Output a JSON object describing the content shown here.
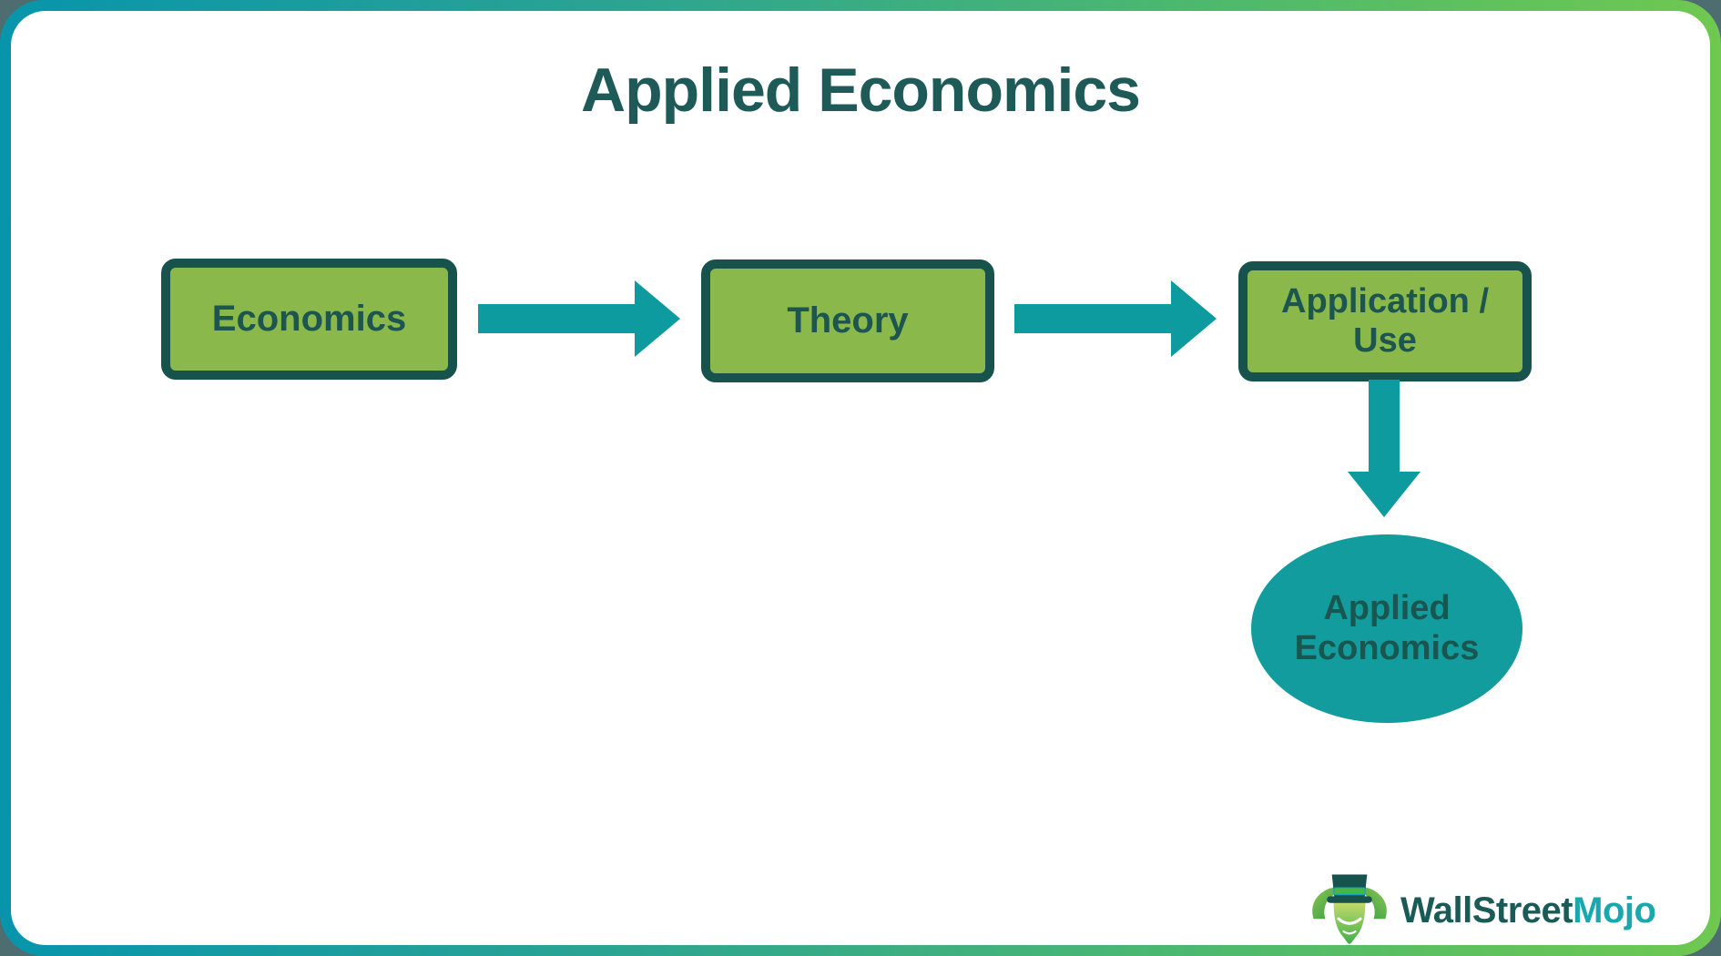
{
  "page": {
    "title": "Applied Economics"
  },
  "flow": {
    "nodes": [
      {
        "label": "Economics"
      },
      {
        "label": "Theory"
      },
      {
        "label_line1": "Application /",
        "label_line2": "Use"
      }
    ],
    "result": {
      "line1": "Applied",
      "line2": "Economics"
    }
  },
  "branding": {
    "name_primary": "WallStreet",
    "name_accent": "Mojo",
    "mascot": "bull-leprechaun-mascot"
  },
  "colors": {
    "title_text": "#1d5a58",
    "node_fill": "#8ab84b",
    "node_border": "#17524d",
    "node_text": "#1d554f",
    "arrow": "#0d9ba0",
    "ellipse_fill": "#139c9e",
    "ellipse_text": "#1a5650",
    "frame_gradient_start": "#0795ac",
    "frame_gradient_end": "#6fc850",
    "outside_background": "#4d6d70",
    "brand_primary_text": "#1a5a57",
    "brand_accent_text": "#18a8ad"
  }
}
